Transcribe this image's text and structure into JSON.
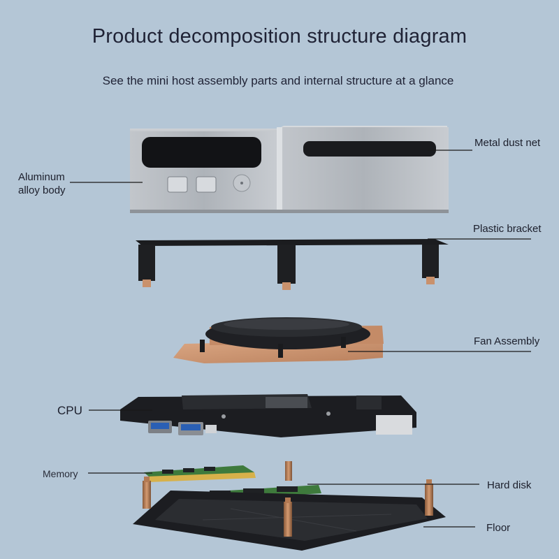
{
  "title": "Product decomposition structure diagram",
  "subtitle": "See the mini host assembly parts and internal structure at a glance",
  "labels": {
    "aluminum_line1": "Aluminum",
    "aluminum_line2": "alloy body",
    "metal_dust_net": "Metal dust net",
    "plastic_bracket": "Plastic bracket",
    "fan_assembly": "Fan Assembly",
    "cpu": "CPU",
    "memory": "Memory",
    "hard_disk": "Hard disk",
    "floor": "Floor"
  },
  "colors": {
    "background": "#b4c6d6",
    "text": "#1f2235",
    "leader_line": "#1a1a1a",
    "aluminum": "#a9aeb4",
    "copper": "#c9916c",
    "board": "#1c1d21",
    "ram_green": "#3e7a3c"
  },
  "icons": [
    "power-button-icon",
    "usb-port-icon"
  ]
}
